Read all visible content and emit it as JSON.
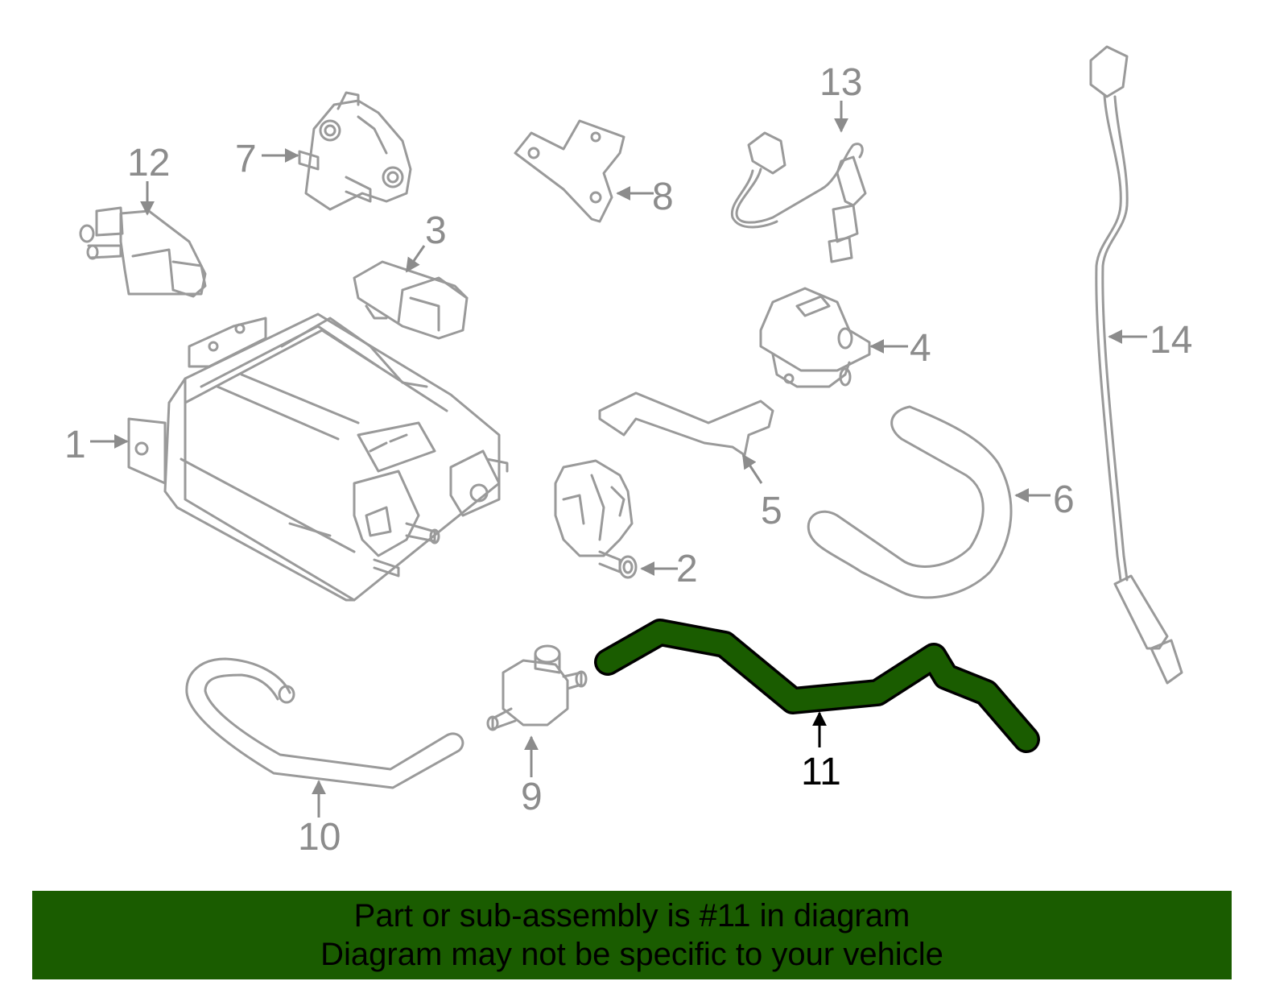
{
  "colors": {
    "highlight": "#1a5c00",
    "banner_bg": "#1a5c00",
    "parts_gray": "#9a9a9a",
    "text_dark": "#000000"
  },
  "callouts": {
    "c1": "1",
    "c2": "2",
    "c3": "3",
    "c4": "4",
    "c5": "5",
    "c6": "6",
    "c7": "7",
    "c8": "8",
    "c9": "9",
    "c10": "10",
    "c11": "11",
    "c12": "12",
    "c13": "13",
    "c14": "14"
  },
  "highlighted_part": "11",
  "banner": {
    "line1": "Part or sub-assembly is #11 in diagram",
    "line2": "Diagram may not be specific to your vehicle"
  }
}
